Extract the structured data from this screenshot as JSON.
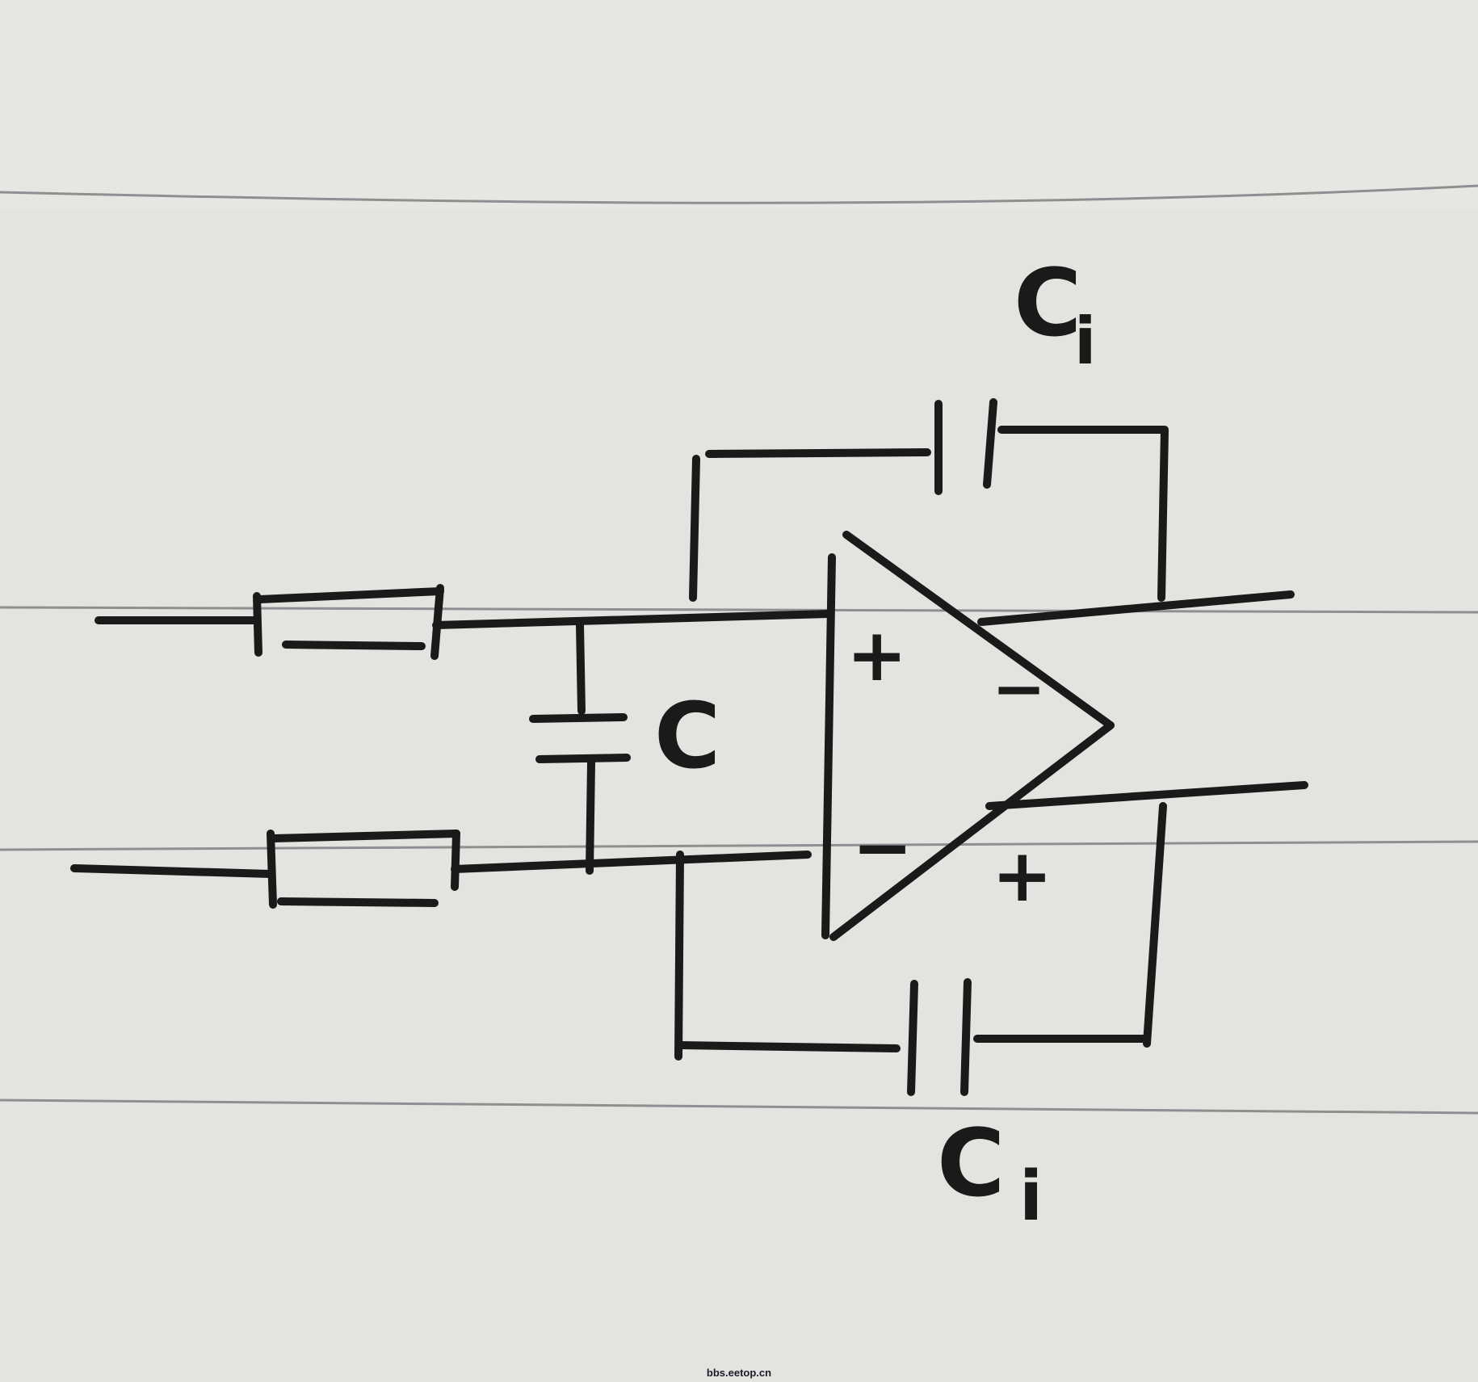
{
  "labels": {
    "top_feedback_cap": {
      "main": "C",
      "sub": "i"
    },
    "bottom_feedback_cap": {
      "main": "C",
      "sub": "i"
    },
    "input_cap": "C",
    "opamp_in_plus": "+",
    "opamp_in_minus": "−",
    "opamp_out_minus": "−",
    "opamp_out_plus": "+"
  },
  "watermark": "bbs.eetop.cn",
  "colors": {
    "paper": "#e4e3df",
    "ink": "#1a1a1a",
    "rule": "#8f8f92"
  }
}
